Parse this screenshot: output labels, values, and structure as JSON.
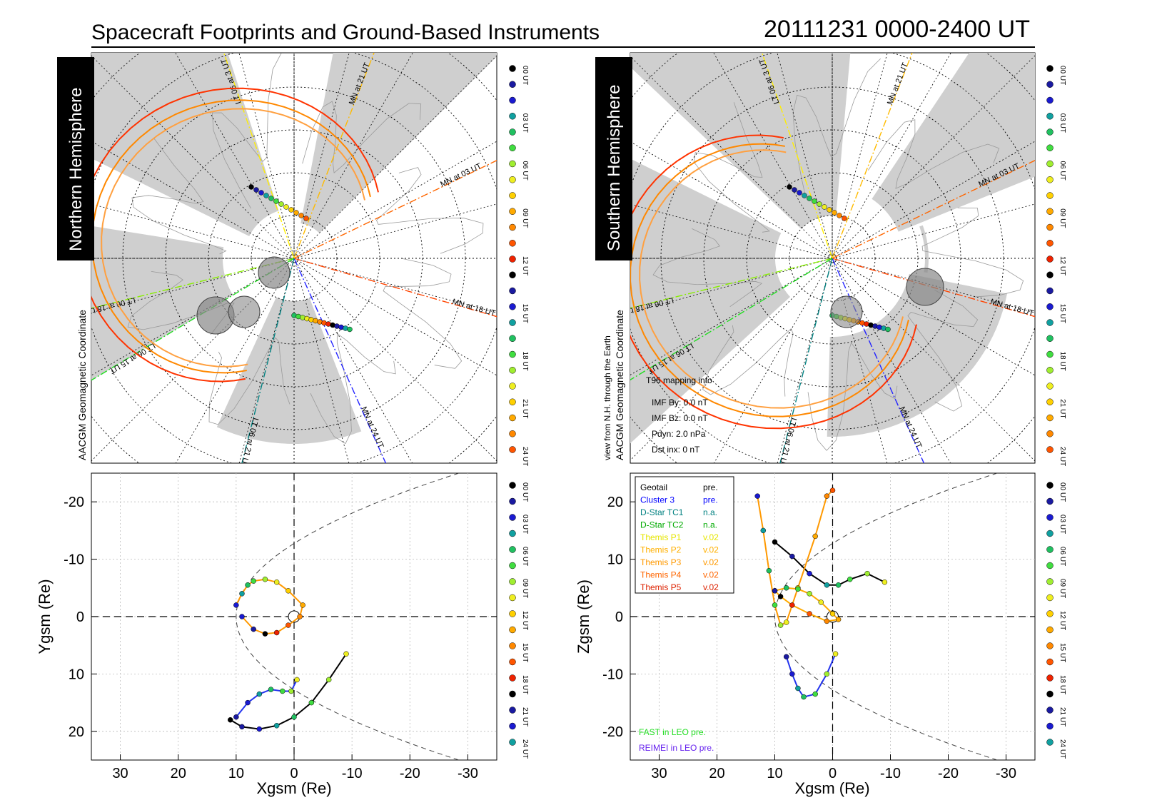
{
  "header": {
    "title": "Spacecraft Footprints and Ground-Based Instruments",
    "date_range": "20111231 0000-2400 UT"
  },
  "north_map": {
    "hemisphere_label": "Northern Hemisphere",
    "coordinate_label": "AACGM Geomagnetic Coordinate",
    "mlt_labels": [
      "MN at 03 UT",
      "MN at 18 UT",
      "MN at 21 UT",
      "MN at 24 UT",
      "LT 06 at 3 UT",
      "LT 06 at 18 UT",
      "LT 06 at 15 UT",
      "LT 06 at 21 UT"
    ]
  },
  "south_map": {
    "hemisphere_label": "Southern Hemisphere",
    "coordinate_label": "AACGM Geomagnetic Coordinate",
    "view_label": "view from N.H. through the Earth",
    "mapping_info": [
      "T96 mapping info",
      "IMF By: 0.0 nT",
      "IMF Bz: 0.0 nT",
      "Pdyn: 2.0 nPa",
      "Dst inx: 0 nT"
    ],
    "mlt_labels": [
      "MN at 03 UT",
      "MN at 18 UT",
      "MN at 21 UT",
      "MN at 24 UT",
      "LT 06 at 3 UT",
      "LT 06 at 18 UT",
      "LT 06 at 15 UT",
      "LT 06 at 21 UT"
    ]
  },
  "time_legend": {
    "labels": [
      "00 UT",
      "03 UT",
      "06 UT",
      "09 UT",
      "12 UT",
      "15 UT",
      "18 UT",
      "21 UT",
      "24 UT"
    ],
    "colors": [
      "#000000",
      "#1a1aa0",
      "#1a1ad0",
      "#10a0a0",
      "#20c060",
      "#40dd40",
      "#a0ee30",
      "#eeee20",
      "#ffd000",
      "#ffaa00",
      "#ff8800",
      "#ff5500",
      "#ee2200"
    ]
  },
  "spacecraft_legend": {
    "entries": [
      {
        "name": "Geotail",
        "status": "pre.",
        "color": "#000000"
      },
      {
        "name": "Cluster 3",
        "status": "pre.",
        "color": "#0000ff"
      },
      {
        "name": "D-Star TC1",
        "status": "n.a.",
        "color": "#008080"
      },
      {
        "name": "D-Star TC2",
        "status": "n.a.",
        "color": "#00aa00"
      },
      {
        "name": "Themis P1",
        "status": "v.02",
        "color": "#e6e600"
      },
      {
        "name": "Themis P2",
        "status": "v.02",
        "color": "#ffb000"
      },
      {
        "name": "Themis P3",
        "status": "v.02",
        "color": "#ff9900"
      },
      {
        "name": "Themis P4",
        "status": "v.02",
        "color": "#ff6600"
      },
      {
        "name": "Themis P5",
        "status": "v.02",
        "color": "#dd2200"
      }
    ],
    "leo_notes": [
      {
        "text": "FAST in LEO pre.",
        "color": "#22dd22"
      },
      {
        "text": "REIMEI in LEO pre.",
        "color": "#6622ee"
      }
    ]
  },
  "chart_data": [
    {
      "type": "scatter",
      "title": "",
      "xlabel": "Xgsm (Re)",
      "ylabel": "Ygsm (Re)",
      "xlim": [
        35,
        -35
      ],
      "ylim": [
        -25,
        25
      ],
      "xticks": [
        "30",
        "20",
        "10",
        "0",
        "-10",
        "-20",
        "-30"
      ],
      "yticks": [
        "-20",
        "-10",
        "0",
        "10",
        "20"
      ],
      "series": [
        {
          "name": "Geotail",
          "x": [
            11,
            9,
            6,
            3,
            0,
            -3,
            -6,
            -9
          ],
          "y": [
            18,
            19.2,
            19.6,
            19,
            17.5,
            15,
            11,
            6.5
          ]
        },
        {
          "name": "Cluster 3",
          "x": [
            10,
            8,
            6,
            4,
            2,
            0.5,
            -0.5
          ],
          "y": [
            17.5,
            15,
            13.5,
            12.7,
            13,
            13,
            11
          ]
        },
        {
          "name": "Themis",
          "x": [
            10,
            9,
            8,
            7,
            5,
            3,
            1,
            -1.5,
            -1,
            1,
            3,
            5,
            7,
            9
          ],
          "y": [
            -2,
            -4,
            -5.5,
            -6.2,
            -6.5,
            -6,
            -4.5,
            -2,
            0,
            1.5,
            2.8,
            3,
            2.2,
            0
          ]
        }
      ]
    },
    {
      "type": "scatter",
      "title": "",
      "xlabel": "Xgsm (Re)",
      "ylabel": "Zgsm (Re)",
      "xlim": [
        35,
        -35
      ],
      "ylim": [
        -25,
        25
      ],
      "xticks": [
        "30",
        "20",
        "10",
        "0",
        "-10",
        "-20",
        "-30"
      ],
      "yticks": [
        "20",
        "10",
        "0",
        "-10",
        "-20"
      ],
      "series": [
        {
          "name": "Geotail",
          "x": [
            10,
            7,
            4,
            1,
            -1,
            -3,
            -6,
            -9
          ],
          "y": [
            13,
            10.5,
            7.5,
            5.5,
            5.5,
            6.5,
            7.5,
            6
          ]
        },
        {
          "name": "Cluster 3",
          "x": [
            8,
            7,
            6,
            5,
            3,
            1,
            -0.5
          ],
          "y": [
            -7,
            -10,
            -12.5,
            -14,
            -13.5,
            -10,
            -6.5
          ]
        },
        {
          "name": "Themis P1",
          "x": [
            13,
            12,
            11,
            10,
            9,
            8,
            6,
            3,
            1,
            0
          ],
          "y": [
            21,
            15,
            8,
            2,
            -1.5,
            -1,
            5,
            14,
            21,
            22
          ]
        },
        {
          "name": "Themis P5",
          "x": [
            10,
            8,
            6,
            4,
            2,
            0,
            -1,
            1,
            4,
            7,
            9,
            10
          ],
          "y": [
            4.5,
            5,
            4.8,
            4,
            2.5,
            0.5,
            -0.5,
            -0.8,
            0.5,
            2,
            3.5,
            4.5
          ]
        }
      ]
    }
  ]
}
